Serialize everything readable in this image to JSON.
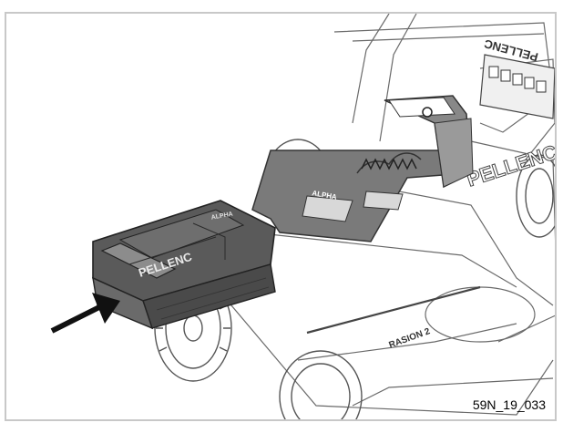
{
  "header_ghost_text": "",
  "battery": {
    "brand": "PELLENC",
    "model": "ALPHA"
  },
  "mower": {
    "brand_side": "PELLENC",
    "brand_top": "PELLENC",
    "deck_label": "RASION 2",
    "holder_label": "ALPHA"
  },
  "figure_code": "59N_19_033",
  "colors": {
    "line": "#3a3a3a",
    "battery_dark": "#5a5a5a",
    "battery_light": "#8c8c8c",
    "frame": "#c8c8c8",
    "arrow": "#111111"
  }
}
